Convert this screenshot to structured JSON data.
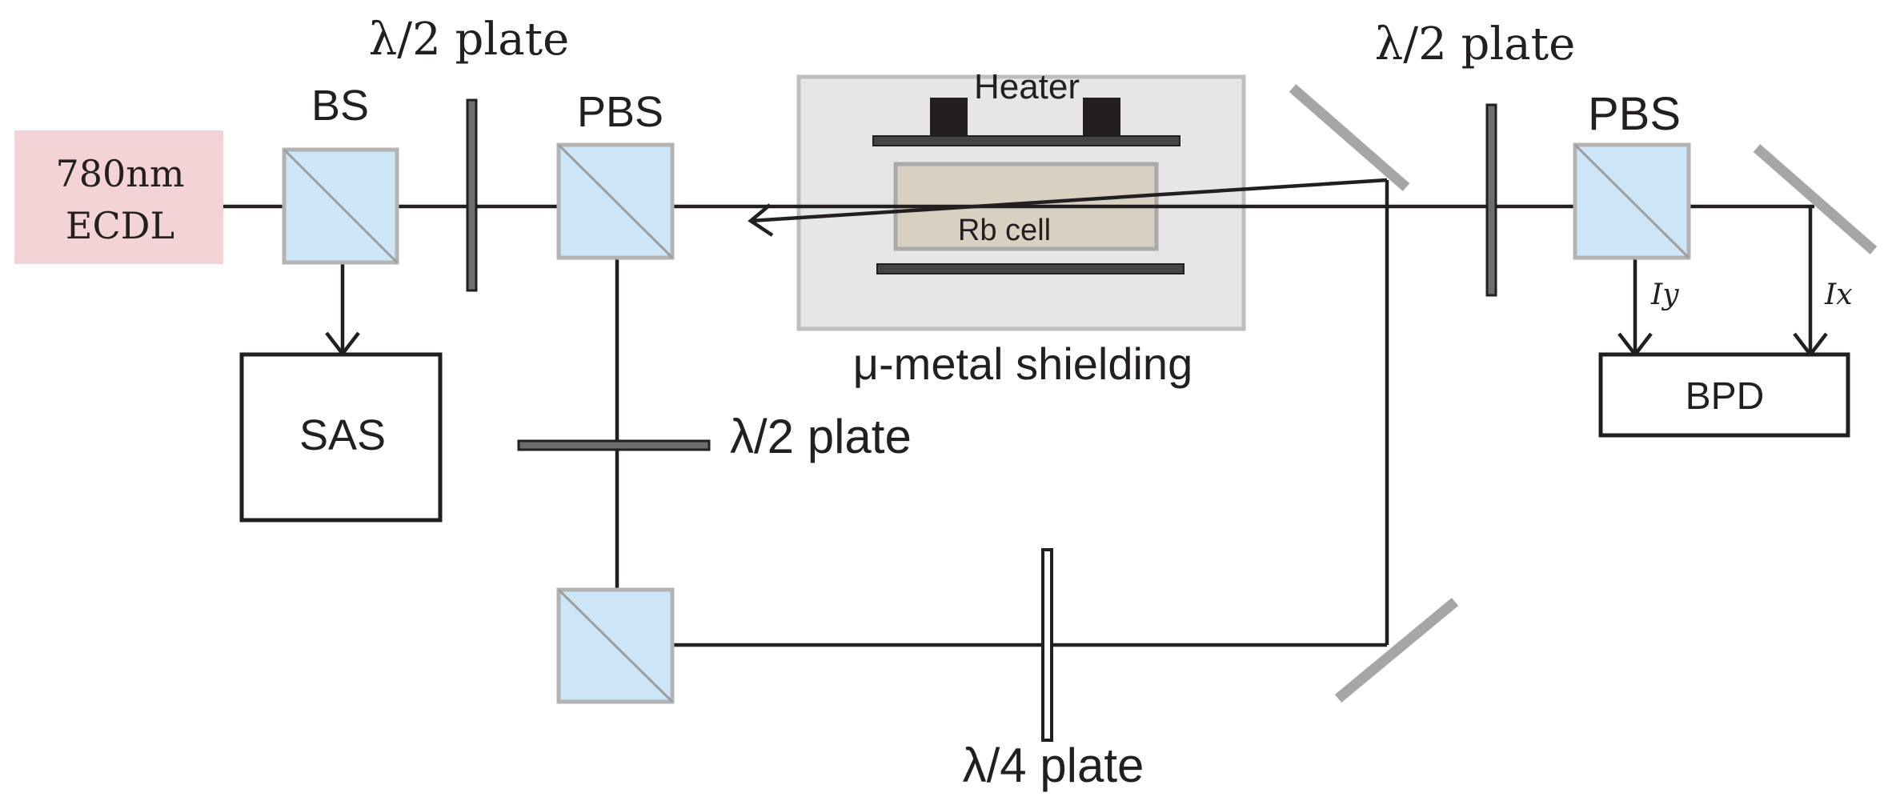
{
  "labels": {
    "laser_line1": "780nm",
    "laser_line2": "ECDL",
    "bs": "BS",
    "pbs_left": "PBS",
    "pbs_right": "PBS",
    "half_plate_top_left": "λ/2 plate",
    "half_plate_top_right": "λ/2 plate",
    "half_plate_middle": "λ/2 plate",
    "quarter_plate": "λ/4 plate",
    "heater": "Heater",
    "rb_cell": "Rb cell",
    "shielding": "μ-metal shielding",
    "sas": "SAS",
    "bpd": "BPD",
    "iy": "Iy",
    "ix": "Ix"
  },
  "colors": {
    "laser_fill": "#f4d3d6",
    "shield_fill": "#e6e6e6",
    "shield_stroke": "#bdbdbd",
    "cell_fill": "#d8d0c0",
    "cube_fill": "#cde6f7",
    "mirror": "#a6a6a6",
    "beam": "#231f20"
  }
}
